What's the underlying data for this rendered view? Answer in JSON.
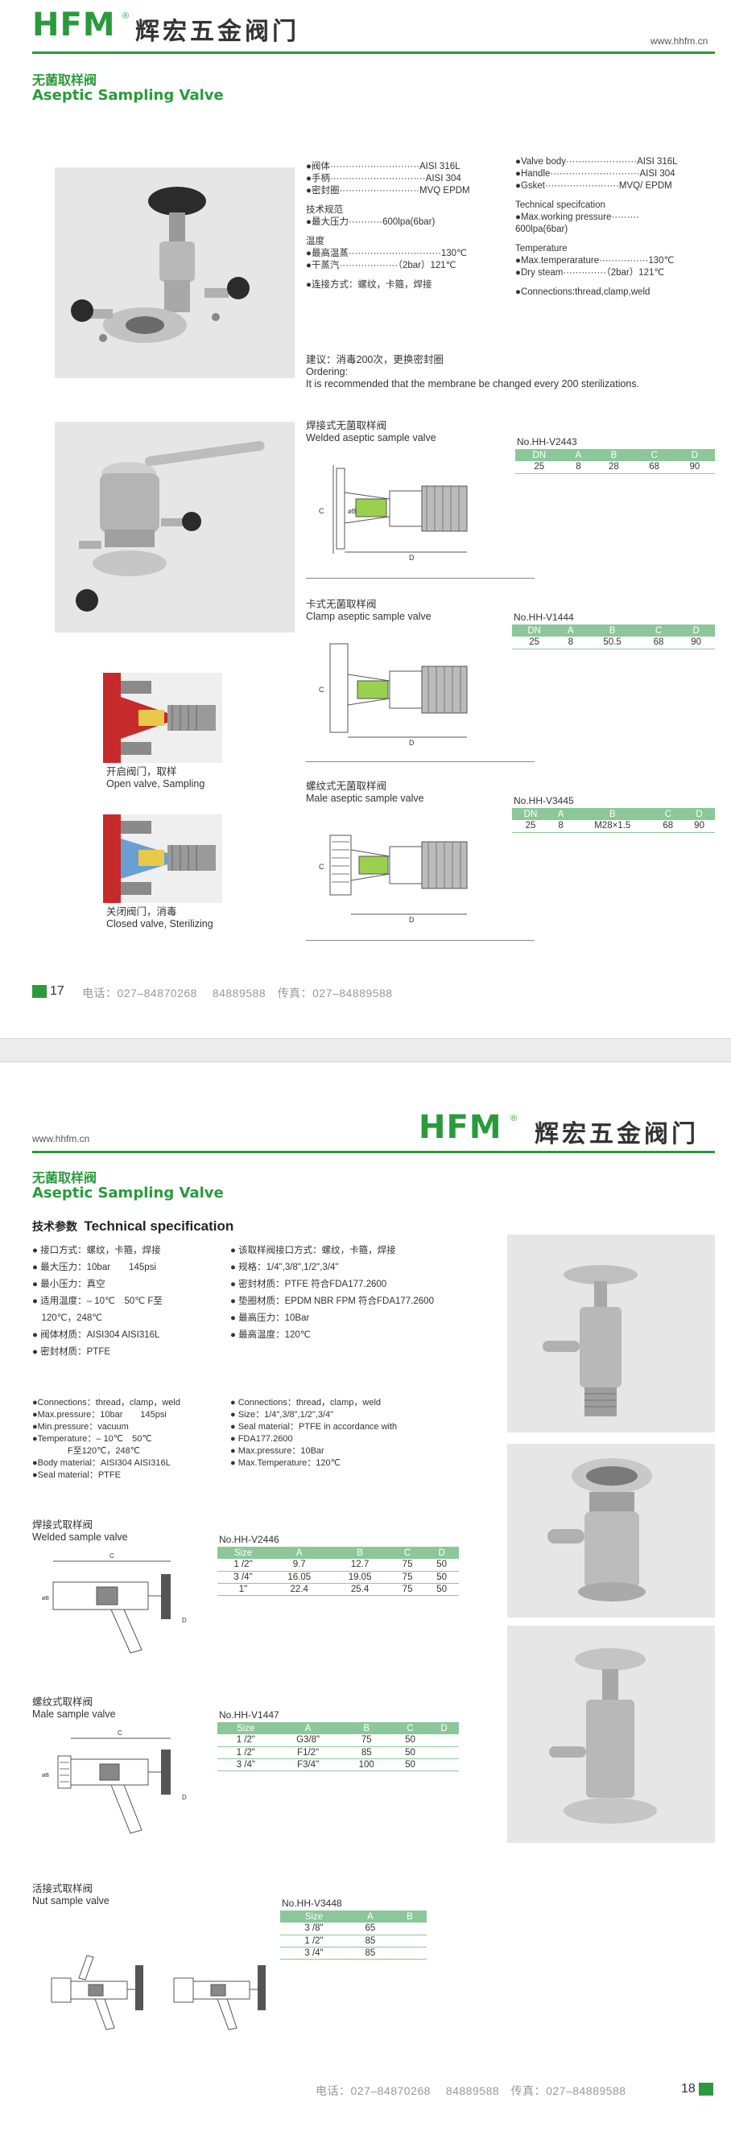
{
  "page1": {
    "brand": "HFM",
    "brand_cn": "辉宏五金阀门",
    "website": "www.hhfm.cn",
    "title_cn": "无菌取样阀",
    "title_en": "Aseptic Sampling Valve",
    "specs_cn": [
      "●阀体·····························AISI 316L",
      "●手柄·······························AISI 304",
      "●密封圈··························MVQ EPDM"
    ],
    "tech_cn_heading": "技术规范",
    "tech_cn_line": "●最大压力···········600lpa(6bar)",
    "temp_cn_heading": "温度",
    "temp_cn_lines": [
      "●最高温蒸······························130℃",
      "●干蒸汽···················（2bar）121℃"
    ],
    "conn_cn": "●连接方式：螺纹，卡箍，焊接",
    "specs_en": [
      "●Valve body·······················AISI 316L",
      "●Handle·····························AISI 304",
      "●Gsket························MVQ/ EPDM"
    ],
    "tech_en_heading": "Technical specifcation",
    "tech_en_lines": [
      "●Max.working pressure·········",
      "600lpa(6bar)"
    ],
    "temp_en_heading": "Temperature",
    "temp_en_lines": [
      "●Max.temperarature················130℃",
      "●Dry steam··············（2bar）121℃"
    ],
    "conn_en": "●Connections:thread,clamp,weld",
    "advice_cn": "建议：消毒200次，更换密封圈",
    "advice_ordering": "Ordering:",
    "advice_en": "It is recommended that the membrane be changed every 200 sterilizations.",
    "products": [
      {
        "name_cn": "焊接式无菌取样阀",
        "name_en": "Welded aseptic sample valve",
        "model": "No.HH-V2443",
        "headers": [
          "DN",
          "A",
          "B",
          "C",
          "D"
        ],
        "row": [
          "25",
          "8",
          "28",
          "68",
          "90"
        ]
      },
      {
        "name_cn": "卡式无菌取样阀",
        "name_en": "Clamp aseptic sample valve",
        "model": "No.HH-V1444",
        "headers": [
          "DN",
          "A",
          "B",
          "C",
          "D"
        ],
        "row": [
          "25",
          "8",
          "50.5",
          "68",
          "90"
        ]
      },
      {
        "name_cn": "螺纹式无菌取样阀",
        "name_en": "Male aseptic sample valve",
        "model": "No.HH-V3445",
        "headers": [
          "DN",
          "A",
          "B",
          "C",
          "D"
        ],
        "row": [
          "25",
          "8",
          "M28×1.5",
          "68",
          "90"
        ]
      }
    ],
    "open_cn": "开启阀门，取样",
    "open_en": "Open valve, Sampling",
    "closed_cn": "关闭阀门，消毒",
    "closed_en": "Closed valve, Sterilizing",
    "page_number": "17",
    "footer": "电话：027–84870268　 84889588　传真：027–84889588"
  },
  "page2": {
    "brand": "HFM",
    "brand_cn": "辉宏五金阀门",
    "website": "www.hhfm.cn",
    "title_cn": "无菌取样阀",
    "title_en": "Aseptic Sampling Valve",
    "spec_heading_cn": "技术参数",
    "spec_heading_en": "Technical specification",
    "left_cn": [
      "● 接口方式：螺纹，卡箍，焊接",
      "● 最大压力：10bar　　145psi",
      "● 最小压力：真空",
      "● 适用温度：– 10℃　50℃ F至",
      "　120℃，248℃",
      "● 阀体材质：AISI304 AISI316L",
      "● 密封材质：PTFE"
    ],
    "right_cn": [
      "● 该取样阀接口方式：螺纹，卡箍，焊接",
      "● 规格：1/4\",3/8\",1/2\",3/4\"",
      "● 密封材质：PTFE 符合FDA177.2600",
      "● 垫圈材质：EPDM NBR FPM 符合FDA177.2600",
      "● 最高压力：10Bar",
      "● 最高温度：120℃"
    ],
    "left_en": [
      "●Connections：thread，clamp，weld",
      "●Max.pressure：10bar　　145psi",
      "●Min.pressure：vacuum",
      "●Temperature：– 10℃　50℃",
      "　　　　F至120℃，248℃",
      "●Body material：AISI304 AISI316L",
      "●Seal material：PTFE"
    ],
    "right_en": [
      "● Connections：thread，clamp，weld",
      "● Size：1/4\",3/8\",1/2\",3/4\"",
      "● Seal material：PTFE in accordance with",
      "● FDA177.2600",
      "● Max.pressure：10Bar",
      "● Max.Temperature：120℃"
    ],
    "welded": {
      "name_cn": "焊接式取样阀",
      "name_en": "Welded sample valve",
      "model": "No.HH-V2446",
      "headers": [
        "Size",
        "A",
        "B",
        "C",
        "D"
      ],
      "rows": [
        [
          "1 /2\"",
          "9.7",
          "12.7",
          "75",
          "50"
        ],
        [
          "3 /4\"",
          "16.05",
          "19.05",
          "75",
          "50"
        ],
        [
          "1\"",
          "22.4",
          "25.4",
          "75",
          "50"
        ]
      ]
    },
    "male": {
      "name_cn": "螺纹式取样阀",
      "name_en": "Male sample valve",
      "model": "No.HH-V1447",
      "headers": [
        "Size",
        "A",
        "B",
        "C",
        "D"
      ],
      "rows": [
        [
          "1 /2\"",
          "G3/8\"",
          "75",
          "50",
          ""
        ],
        [
          "1 /2\"",
          "F1/2\"",
          "85",
          "50",
          ""
        ],
        [
          "3 /4\"",
          "F3/4\"",
          "100",
          "50",
          ""
        ]
      ]
    },
    "nut": {
      "name_cn": "活接式取样阀",
      "name_en": "Nut sample valve",
      "model": "No.HH-V3448",
      "headers": [
        "Size",
        "A",
        "B"
      ],
      "rows": [
        [
          "3 /8\"",
          "65",
          ""
        ],
        [
          "1 /2\"",
          "85",
          ""
        ],
        [
          "3 /4\"",
          "85",
          ""
        ]
      ]
    },
    "page_number": "18",
    "footer": "电话：027–84870268　 84889588　传真：027–84889588"
  },
  "colors": {
    "brand_green": "#2a9a3c",
    "table_header": "#8cc79a",
    "photo_bg": "#e6e6e6"
  },
  "icons": [
    "registered-mark",
    "green-square-marker",
    "bullet-dot"
  ]
}
